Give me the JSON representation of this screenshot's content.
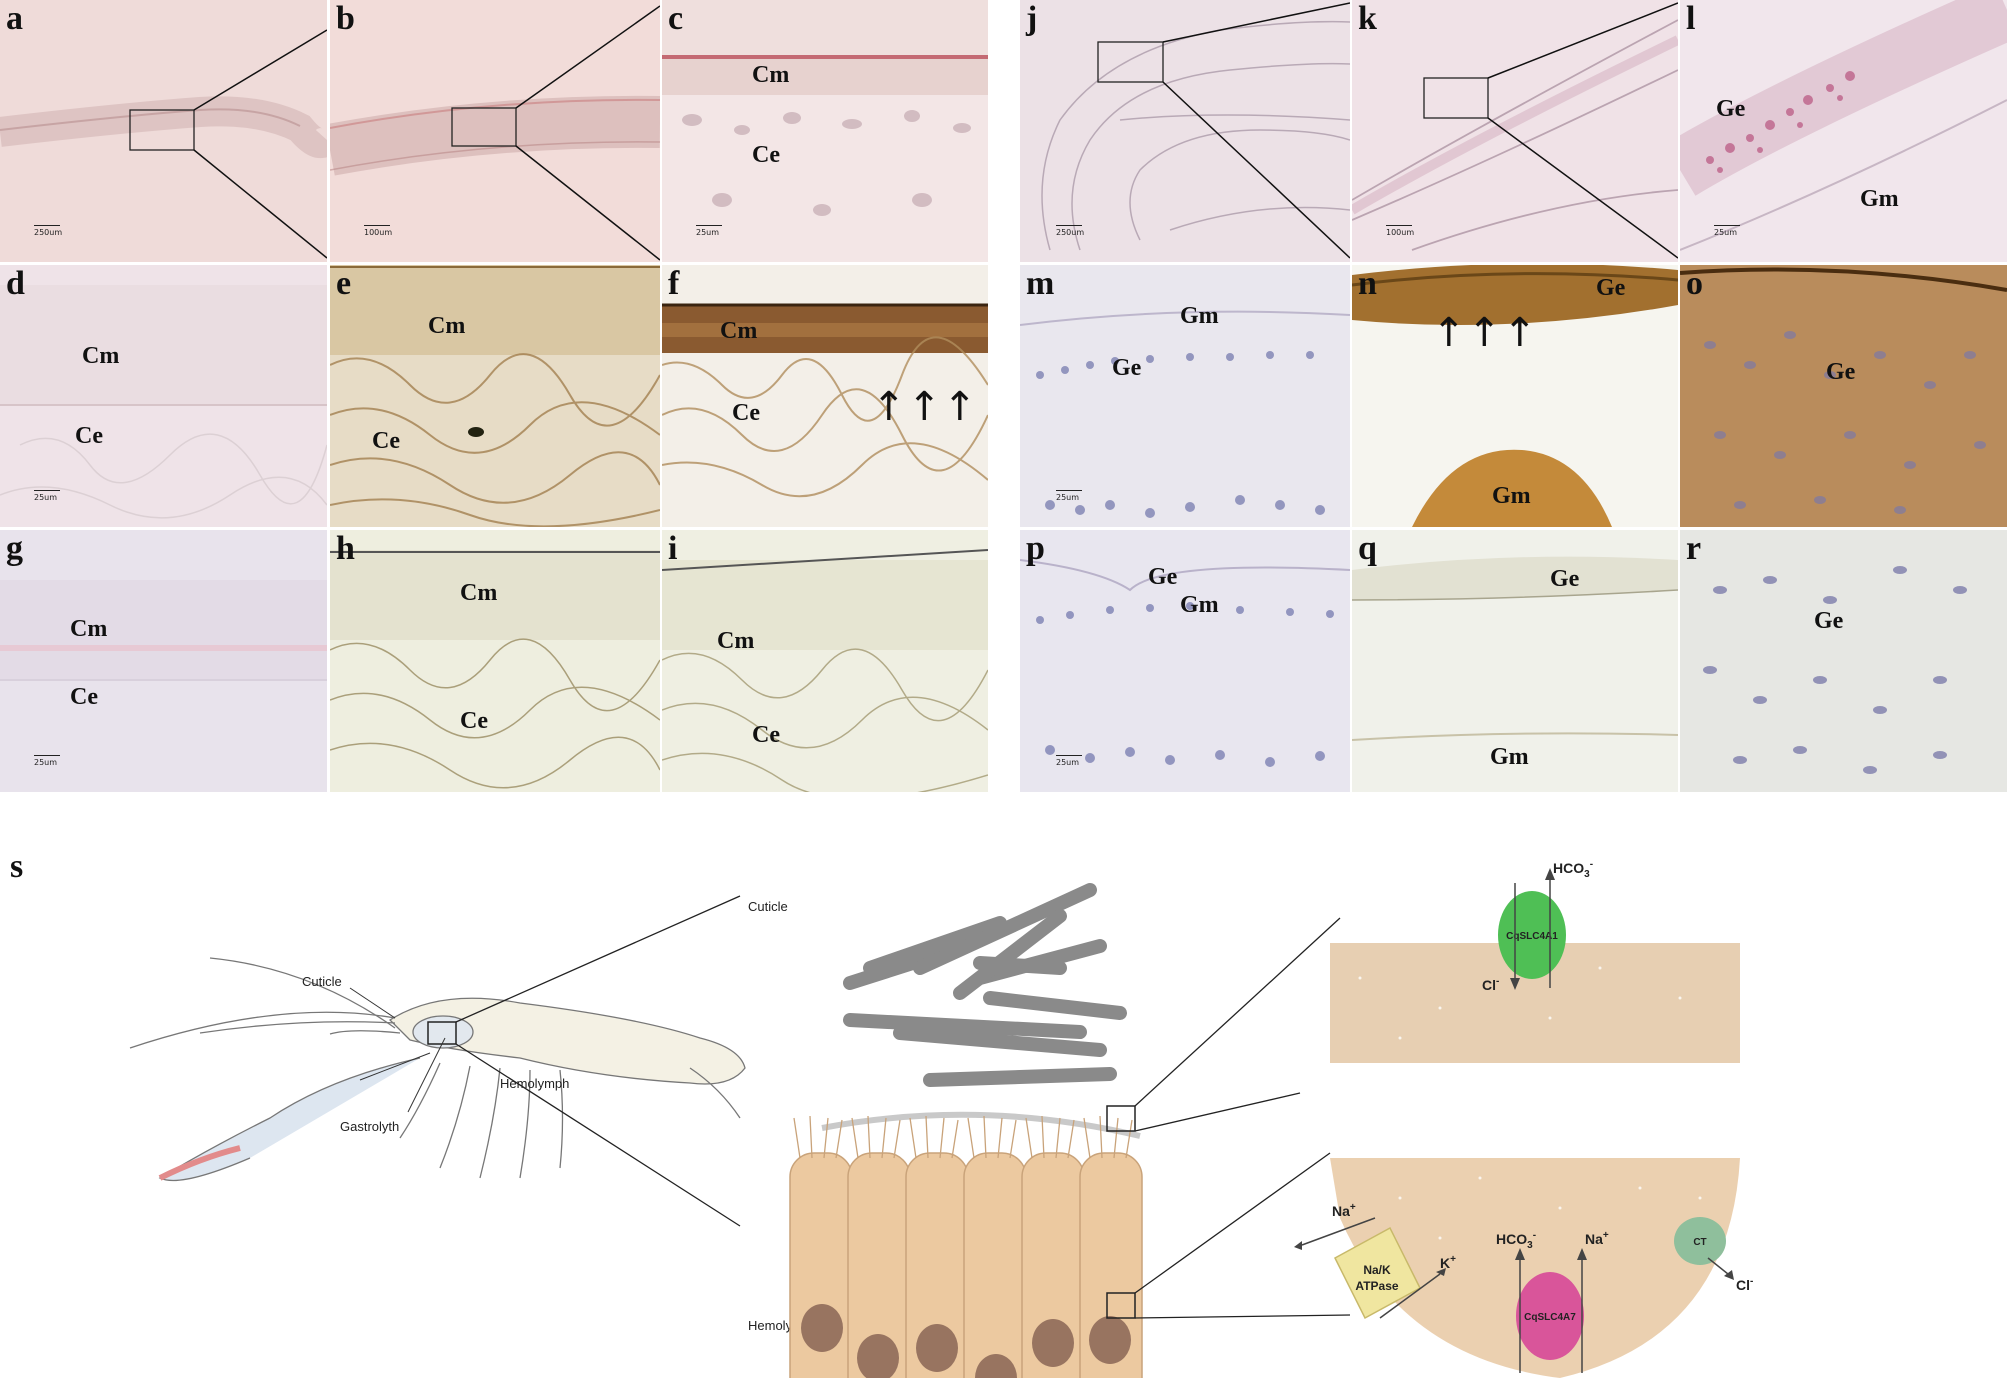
{
  "figure": {
    "panels": [
      {
        "id": "a",
        "label": "a",
        "scale": "250um",
        "tissue": []
      },
      {
        "id": "b",
        "label": "b",
        "scale": "100um",
        "tissue": []
      },
      {
        "id": "c",
        "label": "c",
        "scale": "25um",
        "tissue": [
          "Cm",
          "Ce"
        ]
      },
      {
        "id": "d",
        "label": "d",
        "scale": "25um",
        "tissue": [
          "Cm",
          "Ce"
        ]
      },
      {
        "id": "e",
        "label": "e",
        "scale": "",
        "tissue": [
          "Cm",
          "Ce"
        ]
      },
      {
        "id": "f",
        "label": "f",
        "scale": "",
        "tissue": [
          "Cm",
          "Ce"
        ],
        "arrows": "↑↑↑"
      },
      {
        "id": "g",
        "label": "g",
        "scale": "25um",
        "tissue": [
          "Cm",
          "Ce"
        ]
      },
      {
        "id": "h",
        "label": "h",
        "scale": "",
        "tissue": [
          "Cm",
          "Ce"
        ]
      },
      {
        "id": "i",
        "label": "i",
        "scale": "",
        "tissue": [
          "Cm",
          "Ce"
        ]
      },
      {
        "id": "j",
        "label": "j",
        "scale": "250um",
        "tissue": []
      },
      {
        "id": "k",
        "label": "k",
        "scale": "100um",
        "tissue": []
      },
      {
        "id": "l",
        "label": "l",
        "scale": "25um",
        "tissue": [
          "Ge",
          "Gm"
        ]
      },
      {
        "id": "m",
        "label": "m",
        "scale": "25um",
        "tissue": [
          "Gm",
          "Ge"
        ]
      },
      {
        "id": "n",
        "label": "n",
        "scale": "",
        "tissue": [
          "Ge",
          "Gm"
        ],
        "arrows": "↑↑↑"
      },
      {
        "id": "o",
        "label": "o",
        "scale": "",
        "tissue": [
          "Ge"
        ]
      },
      {
        "id": "p",
        "label": "p",
        "scale": "25um",
        "tissue": [
          "Ge",
          "Gm"
        ]
      },
      {
        "id": "q",
        "label": "q",
        "scale": "",
        "tissue": [
          "Ge",
          "Gm"
        ]
      },
      {
        "id": "r",
        "label": "r",
        "scale": "",
        "tissue": [
          "Ge"
        ]
      }
    ],
    "schematic": {
      "label": "s",
      "crayfish_labels": {
        "cuticle": "Cuticle",
        "hemolymph": "Hemolymph",
        "gastrolyth": "Gastrolyth"
      },
      "cell_labels": {
        "cuticle": "Cuticle",
        "hemolymph": "Hemolymph"
      },
      "transporters": {
        "slc4a1": "CqSLC4A1",
        "slc4a7": "CqSLC4A7",
        "nak_line1": "Na/K",
        "nak_line2": "ATPase",
        "ct": "CT"
      },
      "ions": {
        "hco3": "HCO",
        "hco3_sub": "3",
        "minus": "-",
        "cl": "Cl",
        "na": "Na",
        "k": "K",
        "plus": "+"
      }
    },
    "colors": {
      "he_stain": "#ecd9d8",
      "dab_brown": "#a87940",
      "hematoxylin": "#7077ad",
      "cell_fill": "#e8c7a3",
      "slc4a1": "#4fbf55",
      "slc4a7": "#d9559a",
      "nak": "#f0e6a0",
      "ct": "#8fbf9c"
    }
  }
}
